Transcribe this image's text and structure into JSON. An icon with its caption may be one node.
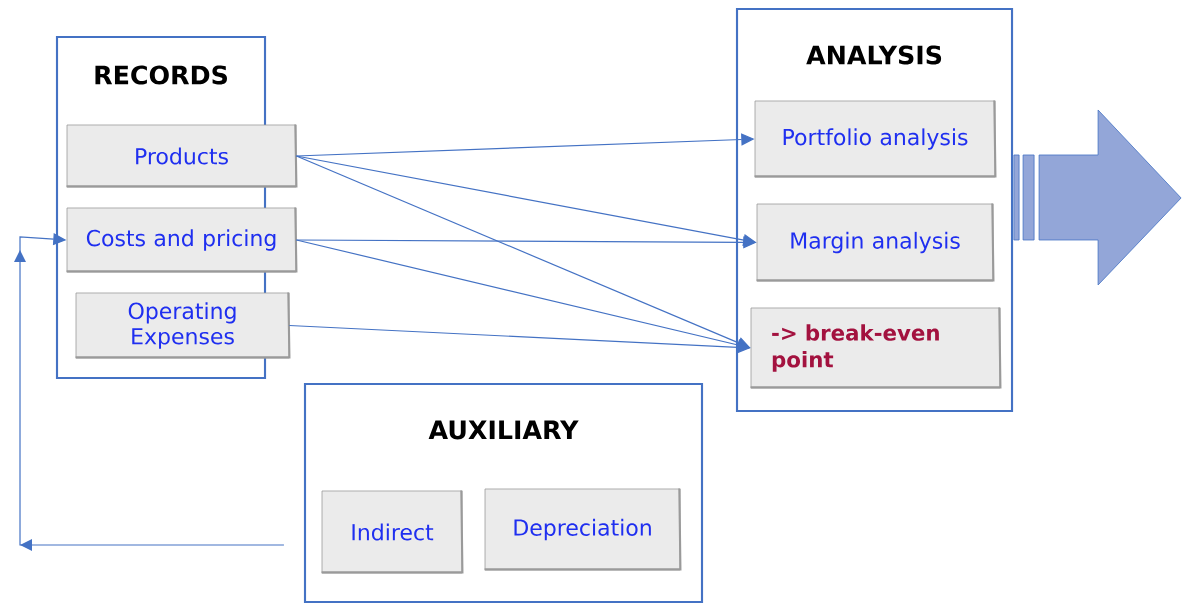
{
  "diagram": {
    "nodes": [
      {
        "text": [
          "RECORDS"
        ]
      },
      {
        "text": [
          "Products"
        ],
        "in": 0
      },
      {
        "text": [
          "Costs and pricing"
        ],
        "in": 0
      },
      {
        "text": [
          "Operating Expenses"
        ],
        "in": 0
      },
      {
        "text": [
          "ANALYSIS"
        ]
      },
      {
        "text": [
          "Portfolio analysis"
        ],
        "in": 4
      },
      {
        "text": [
          "Margin analysis"
        ],
        "in": 4
      },
      {
        "text": [
          "-> break-even point"
        ],
        "in": 4
      },
      {
        "text": [
          "AUXILIARY"
        ]
      },
      {
        "text": [
          "Indirect"
        ],
        "in": 8
      },
      {
        "text": [
          "Depreciation"
        ],
        "in": 8
      }
    ],
    "edges": [
      {
        "from": 1,
        "to": 5,
        "arrow": "to"
      },
      {
        "from": 1,
        "to": 6,
        "arrow": "to"
      },
      {
        "from": 1,
        "to": 7,
        "arrow": "to"
      },
      {
        "from": 2,
        "to": 6,
        "arrow": "to"
      },
      {
        "from": 2,
        "to": 7,
        "arrow": "to"
      },
      {
        "from": 3,
        "to": 7,
        "arrow": "to"
      },
      {
        "from": 8,
        "to": 2,
        "arrow": "to"
      },
      {
        "from": 4,
        "to": null,
        "arrow": "to",
        "style": "thick"
      }
    ]
  }
}
